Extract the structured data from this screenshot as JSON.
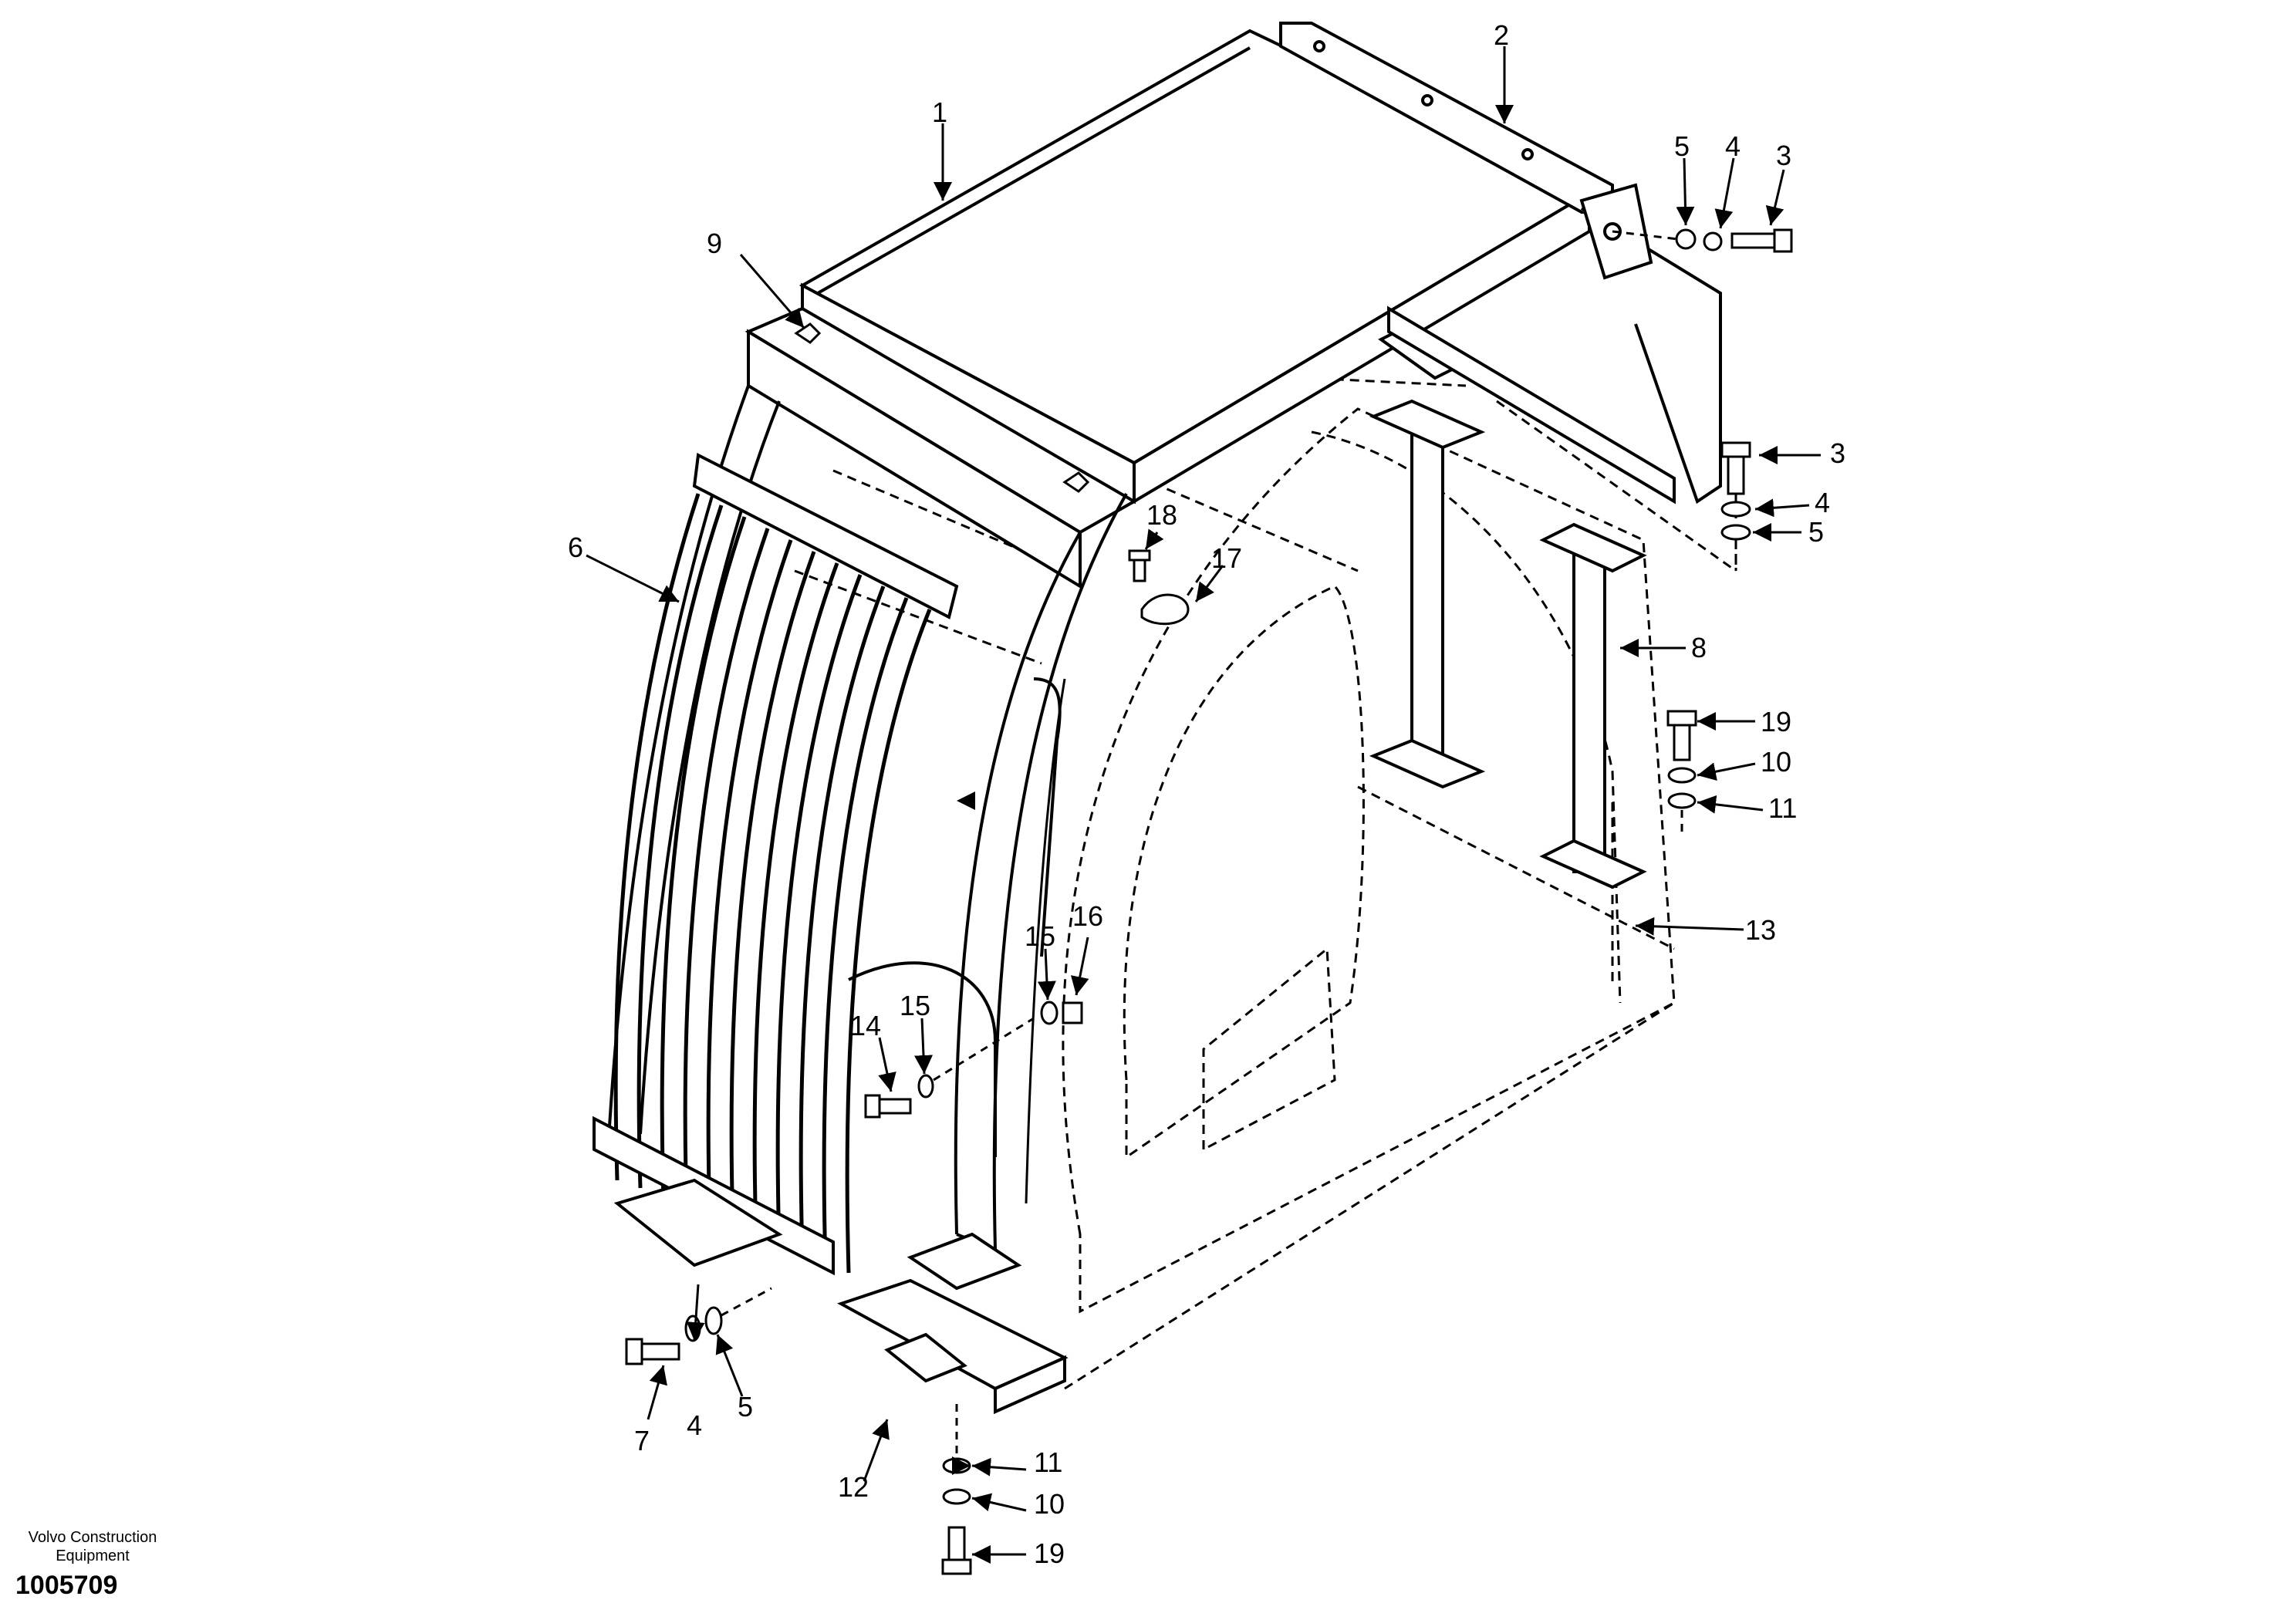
{
  "diagram": {
    "callouts": [
      "1",
      "2",
      "3",
      "3",
      "4",
      "4",
      "4",
      "5",
      "5",
      "5",
      "6",
      "7",
      "8",
      "9",
      "10",
      "10",
      "11",
      "11",
      "12",
      "13",
      "14",
      "15",
      "15",
      "16",
      "17",
      "18",
      "19",
      "19"
    ]
  },
  "footer": {
    "company_line1": "Volvo Construction",
    "company_line2": "Equipment",
    "drawing_number": "1005709"
  },
  "colors": {
    "ink": "#000000",
    "paper": "#ffffff"
  }
}
